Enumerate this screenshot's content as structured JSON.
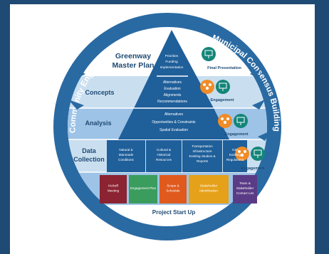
{
  "diagram": {
    "title_line1": "Greenway",
    "title_line2": "Master Plan",
    "ring_left": "Community Engagement",
    "ring_right": "Municipal Consensus Building",
    "base_label": "Project Start Up",
    "bands": {
      "concepts": "Concepts",
      "analysis": "Analysis",
      "data_collection_1": "Data",
      "data_collection_2": "Collection"
    },
    "apex_text": [
      "Priorities",
      "Funding",
      "Implementation"
    ],
    "concepts_text": [
      "Alternatives",
      "Evaluation",
      "Alignments",
      "Recommendations"
    ],
    "analysis_text": [
      "Alternatives",
      "Opportunities & Constraints",
      "Spatial Evaluation"
    ],
    "data_cells": [
      [
        "Natural &",
        "Manmade",
        "Conditions"
      ],
      [
        "Cultural &",
        "Historical",
        "Resources"
      ],
      [
        "Transportation",
        "Infrastructure",
        "Existing Studies &",
        "Reports"
      ],
      [
        "GIS",
        "Existing",
        "Regulations"
      ]
    ],
    "startup_boxes": [
      {
        "lines": [
          "Kickoff",
          "Meeting"
        ],
        "color": "#8b2332"
      },
      {
        "lines": [
          "Engagement Plan"
        ],
        "color": "#3a9d5d"
      },
      {
        "lines": [
          "Scope &",
          "Schedule"
        ],
        "color": "#e05a1e"
      },
      {
        "lines": [
          "Stakeholder",
          "Identification"
        ],
        "color": "#e6a11a"
      },
      {
        "lines": [
          "Team &",
          "Stakeholder",
          "Contact List"
        ],
        "color": "#5a3b86"
      }
    ],
    "side_labels": {
      "final": "Final Presentation",
      "eng1": "Engagement",
      "eng2": "Engagement",
      "eng3": "Engagement"
    },
    "colors": {
      "ring": "#2a6aa3",
      "band_light": "#c9dff0",
      "band_mid": "#9dc3e6",
      "pyramid": "#1f5f9a",
      "teal": "#14857a",
      "orange": "#f08c28"
    }
  }
}
